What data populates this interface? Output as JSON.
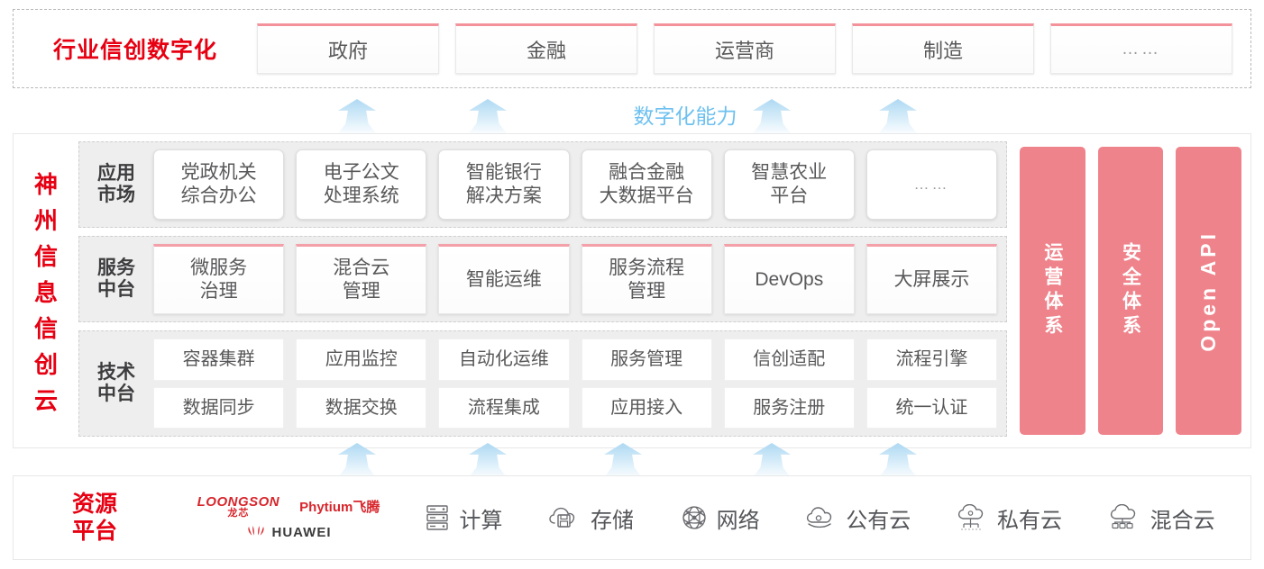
{
  "industry": {
    "title": "行业信创数字化",
    "cards": [
      {
        "label": "政府"
      },
      {
        "label": "金融"
      },
      {
        "label": "运营商"
      },
      {
        "label": "制造"
      },
      {
        "label": "……"
      }
    ]
  },
  "capability_label": "数字化能力",
  "platform": {
    "title_chars": [
      "神",
      "州",
      "信",
      "息",
      "信",
      "创",
      "云"
    ],
    "bands": [
      {
        "label_lines": [
          "应用",
          "市场"
        ],
        "cards": [
          {
            "label": "党政机关\n综合办公"
          },
          {
            "label": "电子公文\n处理系统"
          },
          {
            "label": "智能银行\n解决方案"
          },
          {
            "label": "融合金融\n大数据平台"
          },
          {
            "label": "智慧农业\n平台"
          },
          {
            "label": "……"
          }
        ]
      },
      {
        "label_lines": [
          "服务",
          "中台"
        ],
        "cards": [
          {
            "label": "微服务\n治理"
          },
          {
            "label": "混合云\n管理"
          },
          {
            "label": "智能运维"
          },
          {
            "label": "服务流程\n管理"
          },
          {
            "label": "DevOps"
          },
          {
            "label": "大屏展示"
          }
        ]
      },
      {
        "label_lines": [
          "技术",
          "中台"
        ],
        "row1": [
          {
            "label": "容器集群"
          },
          {
            "label": "应用监控"
          },
          {
            "label": "自动化运维"
          },
          {
            "label": "服务管理"
          },
          {
            "label": "信创适配"
          },
          {
            "label": "流程引擎"
          }
        ],
        "row2": [
          {
            "label": "数据同步"
          },
          {
            "label": "数据交换"
          },
          {
            "label": "流程集成"
          },
          {
            "label": "应用接入"
          },
          {
            "label": "服务注册"
          },
          {
            "label": "统一认证"
          }
        ]
      }
    ],
    "pillars": [
      {
        "label": "运营体系",
        "orientation": "cjk"
      },
      {
        "label": "安全体系",
        "orientation": "cjk"
      },
      {
        "label": "Open API",
        "orientation": "latin"
      }
    ]
  },
  "resource": {
    "title_lines": [
      "资源",
      "平台"
    ],
    "vendors": [
      {
        "name": "LOONGSON",
        "sub": "龙芯"
      },
      {
        "name": "Phytium飞腾"
      },
      {
        "name": "HUAWEI"
      }
    ],
    "items": [
      {
        "label": "计算",
        "icon": "server-icon"
      },
      {
        "label": "存储",
        "icon": "cloud-storage-icon"
      },
      {
        "label": "网络",
        "icon": "network-icon"
      },
      {
        "label": "公有云",
        "icon": "public-cloud-icon"
      },
      {
        "label": "私有云",
        "icon": "private-cloud-icon"
      },
      {
        "label": "混合云",
        "icon": "hybrid-cloud-icon"
      }
    ]
  },
  "colors": {
    "brand_red": "#e60012",
    "pillar_pink": "#ef838b",
    "card_top_pink": "#f3929a",
    "arrow_blue": "#aed9f3",
    "capability_blue": "#6ec1ef",
    "band_gray": "#eeeeee"
  }
}
